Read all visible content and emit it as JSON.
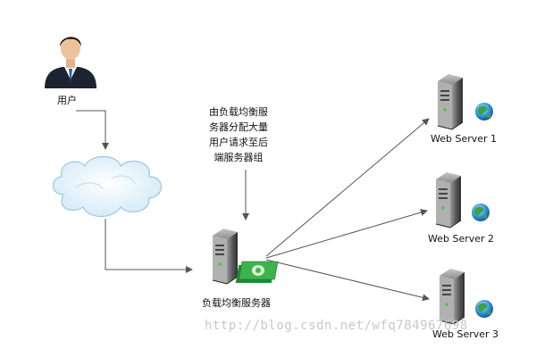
{
  "user": {
    "label": "用户",
    "icon": "businessman-icon"
  },
  "internet": {
    "icon": "cloud-icon"
  },
  "load_balancer": {
    "label": "负载均衡服务器",
    "icon": "server-icon",
    "badge_icon": "money-icon",
    "note_lines": [
      "由负载均衡服",
      "务器分配大量",
      "用户请求至后",
      "端服务器组"
    ]
  },
  "servers": [
    {
      "label": "Web Server 1",
      "icon": "web-server-icon"
    },
    {
      "label": "Web Server 2",
      "icon": "web-server-icon"
    },
    {
      "label": "Web Server 3",
      "icon": "web-server-icon"
    }
  ],
  "watermark": "http://blog.csdn.net/wfq784967698",
  "colors": {
    "line": "#555555",
    "cloud_fill": "#e3f2fb",
    "cloud_edge": "#9fc6df"
  }
}
